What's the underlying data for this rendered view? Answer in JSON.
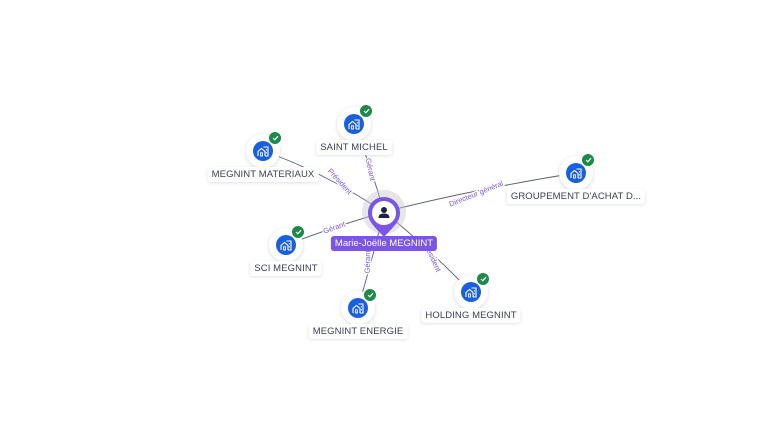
{
  "center": {
    "name": "Marie-Joëlle MEGNINT",
    "icon": "person-icon",
    "color": "#7b55e6"
  },
  "colors": {
    "edge": "#5a5f78",
    "edge_label": "#7b55e6",
    "node_fill": "#1a5fe0",
    "check": "#1e8a4a"
  },
  "nodes": [
    {
      "id": "saint-michel",
      "label": "SAINT MICHEL",
      "icon": "building-icon",
      "verified": true,
      "relation": "Gérant"
    },
    {
      "id": "megnint-materiaux",
      "label": "MEGNINT MATERIAUX",
      "icon": "building-icon",
      "verified": true,
      "relation": "Président"
    },
    {
      "id": "groupement-achat",
      "label": "GROUPEMENT D'ACHAT D...",
      "icon": "building-icon",
      "verified": true,
      "relation": "Directeur général"
    },
    {
      "id": "sci-megnint",
      "label": "SCI MEGNINT",
      "icon": "building-icon",
      "verified": true,
      "relation": "Gérant"
    },
    {
      "id": "megnint-energie",
      "label": "MEGNINT ENERGIE",
      "icon": "building-icon",
      "verified": true,
      "relation": "Gérant"
    },
    {
      "id": "holding-megnint",
      "label": "HOLDING MEGNINT",
      "icon": "building-icon",
      "verified": true,
      "relation": "Président"
    }
  ]
}
